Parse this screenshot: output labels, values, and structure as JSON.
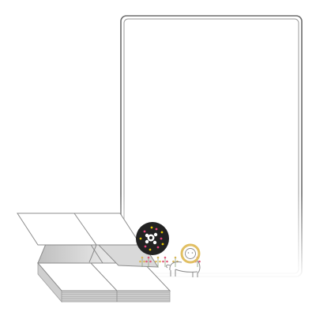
{
  "colors": {
    "background": "#ffffff",
    "label_outline": "#6b6b6b",
    "label_outline_inner": "#9a9a9a",
    "sheet_stroke": "#8c8c8c",
    "sheet_fill": "#ffffff",
    "sheet_fold_fill": "#d9d9d9",
    "stack_fill": "#cfcfcf",
    "stack_edge": "#9e9e9e",
    "badge_dark": "#222222",
    "badge_pink": "#e6457b",
    "badge_yellow": "#e2c300",
    "flower_pink": "#e05a7a",
    "flower_yellow": "#d9b85a",
    "lion_stroke": "#8a8a8a",
    "lion_mane": "#e1bf63"
  },
  "illustration": {
    "label": {
      "shape": "rounded-rectangle",
      "orientation": "portrait",
      "bottom_edge": "fade"
    },
    "sheets": {
      "labels_per_sheet": 4,
      "layout": "2x2",
      "stack": "fanfold"
    },
    "sample_print": {
      "motifs": [
        "flower-badge-icon",
        "lion-icon",
        "flower-icon"
      ]
    }
  }
}
